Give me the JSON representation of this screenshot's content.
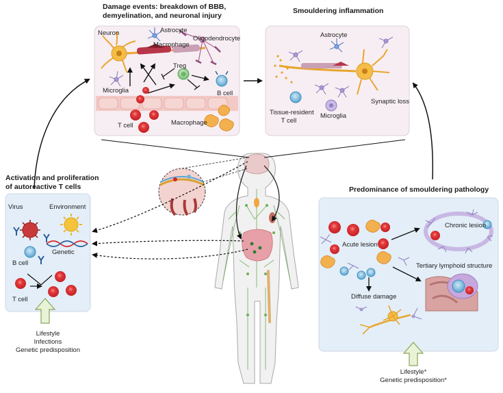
{
  "titles": {
    "damage_line1": "Damage events: breakdown of BBB,",
    "damage_line2": "demyelination, and neuronal injury",
    "smouldering": "Smouldering inflammation",
    "activation_line1": "Activation and proliferation",
    "activation_line2": "of autoreactive T cells",
    "predominance": "Predominance of smouldering pathology"
  },
  "damage_labels": {
    "neuron": "Neuron",
    "astrocyte": "Astrocyte",
    "oligodendrocyte": "Oligodendrocyte",
    "macrophage_top": "Macrophage",
    "treg": "Treg",
    "microglia": "Microglia",
    "b_cell": "B cell",
    "t_cell": "T cell",
    "macrophage_bottom": "Macrophage"
  },
  "smouldering_labels": {
    "astrocyte": "Astrocyte",
    "tissue_resident_1": "Tissue-resident",
    "tissue_resident_2": "T cell",
    "microglia": "Microglia",
    "synaptic_loss": "Synaptic loss"
  },
  "activation_labels": {
    "virus": "Virus",
    "environment": "Environment",
    "genetic": "Genetic",
    "b_cell": "B cell",
    "t_cell": "T cell"
  },
  "activation_factors": [
    "Lifestyle",
    "Infections",
    "Genetic predisposition"
  ],
  "predominance_labels": {
    "chronic_lesion": "Chronic lesion",
    "acute_lesion": "Acute lesion",
    "tertiary_lymphoid": "Tertiary lymphoid structure",
    "diffuse_damage": "Diffuse damage"
  },
  "predominance_factors": [
    "Lifestyle*",
    "Genetic predisposition*"
  ],
  "colors": {
    "panel_pink": "#f7eef3",
    "panel_blue": "#e3eef8",
    "panel_border": "#cfd7e2",
    "red_cell": "#d8262d",
    "blue_cell": "#6fb3d9",
    "green_cell": "#8ecf8c",
    "neuron_yellow": "#f0b43c",
    "macrophage_orange": "#f1a94a",
    "microglia_purple": "#9a86c4",
    "arrow_green_fill": "#e8f3d6",
    "arrow_green_stroke": "#8aa35a",
    "vessel_pink": "#f0b9b9",
    "body_grey": "#f2f2f2"
  }
}
